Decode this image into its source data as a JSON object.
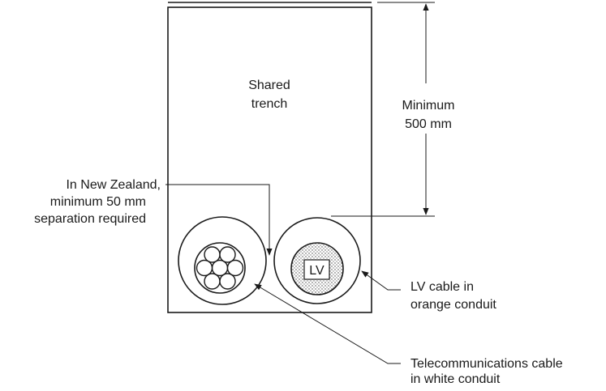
{
  "labels": {
    "trench_line1": "Shared",
    "trench_line2": "trench",
    "depth_line1": "Minimum",
    "depth_line2": "500 mm",
    "nz_line1": "In New Zealand,",
    "nz_line2": "minimum 50 mm",
    "nz_line3": "separation required",
    "lv_tag": "LV",
    "lv_line1": "LV cable in",
    "lv_line2": "orange conduit",
    "tel_line1": "Telecommunications cable",
    "tel_line2": "in white conduit"
  },
  "colors": {
    "line": "#1a1a1a",
    "background": "#ffffff",
    "lv_fill": "#d9d9d9"
  }
}
